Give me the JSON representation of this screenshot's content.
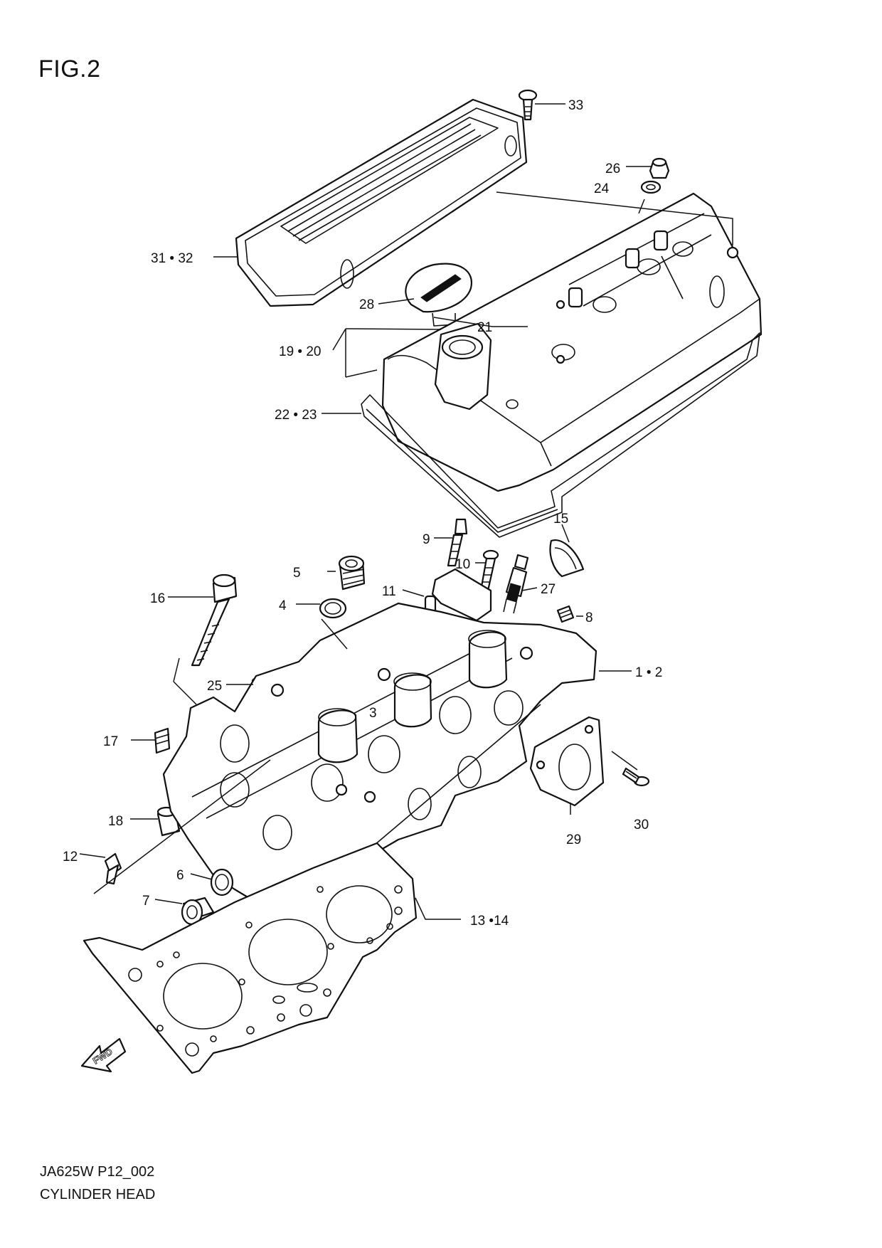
{
  "figure": {
    "title": "FIG.2"
  },
  "footer": {
    "code": "JA625W P12_002",
    "name": "CYLINDER HEAD"
  },
  "fwd_label": "FWD",
  "callouts": [
    {
      "id": "c33",
      "text": "33"
    },
    {
      "id": "c26",
      "text": "26"
    },
    {
      "id": "c24",
      "text": "24"
    },
    {
      "id": "c31",
      "text": "31 • 32"
    },
    {
      "id": "c28",
      "text": "28"
    },
    {
      "id": "c21",
      "text": "21"
    },
    {
      "id": "c19",
      "text": "19 • 20"
    },
    {
      "id": "c22",
      "text": "22 • 23"
    },
    {
      "id": "c15",
      "text": "15"
    },
    {
      "id": "c9",
      "text": "9"
    },
    {
      "id": "c10",
      "text": "10"
    },
    {
      "id": "c5",
      "text": "5"
    },
    {
      "id": "c27",
      "text": "27"
    },
    {
      "id": "c11",
      "text": "11"
    },
    {
      "id": "c16",
      "text": "16"
    },
    {
      "id": "c4",
      "text": "4"
    },
    {
      "id": "c8",
      "text": "8"
    },
    {
      "id": "c1",
      "text": "1 • 2"
    },
    {
      "id": "c25",
      "text": "25"
    },
    {
      "id": "c3",
      "text": "3"
    },
    {
      "id": "c17",
      "text": "17"
    },
    {
      "id": "c18",
      "text": "18"
    },
    {
      "id": "c30",
      "text": "30"
    },
    {
      "id": "c29",
      "text": "29"
    },
    {
      "id": "c12",
      "text": "12"
    },
    {
      "id": "c6",
      "text": "6"
    },
    {
      "id": "c7",
      "text": "7"
    },
    {
      "id": "c13",
      "text": "13 •14"
    }
  ]
}
